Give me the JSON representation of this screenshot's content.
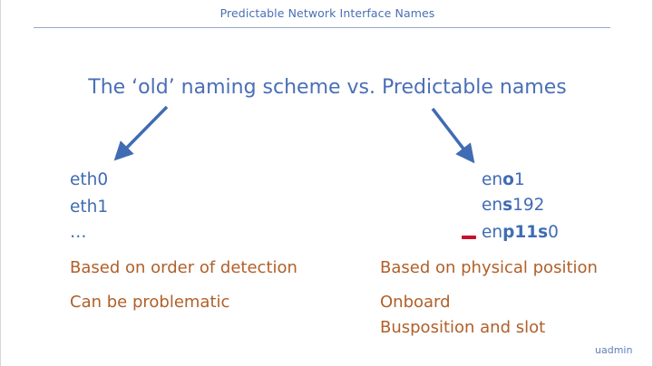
{
  "header": {
    "title": "Predictable Network Interface Names"
  },
  "subtitle": "The ‘old’ naming scheme vs. Predictable names",
  "left": {
    "names": [
      "eth0",
      "eth1",
      "…"
    ],
    "desc1": "Based on order of detection",
    "desc2": "Can be problematic"
  },
  "right": {
    "name1": {
      "a": "en",
      "b": "o",
      "c": "1"
    },
    "name2": {
      "a": "en",
      "b": "s",
      "c": "192"
    },
    "name3": {
      "a": "en",
      "b": "p",
      "c": "11",
      "d": "s",
      "e": "0"
    },
    "desc1": "Based on physical position",
    "desc2": "Onboard",
    "desc3": "Busposition and slot"
  },
  "watermark": "uadmin",
  "colors": {
    "title_blue": "#4a6fb5",
    "text_blue": "#3f6cb3",
    "text_orange": "#b0602a",
    "marker_red": "#c8102e"
  }
}
